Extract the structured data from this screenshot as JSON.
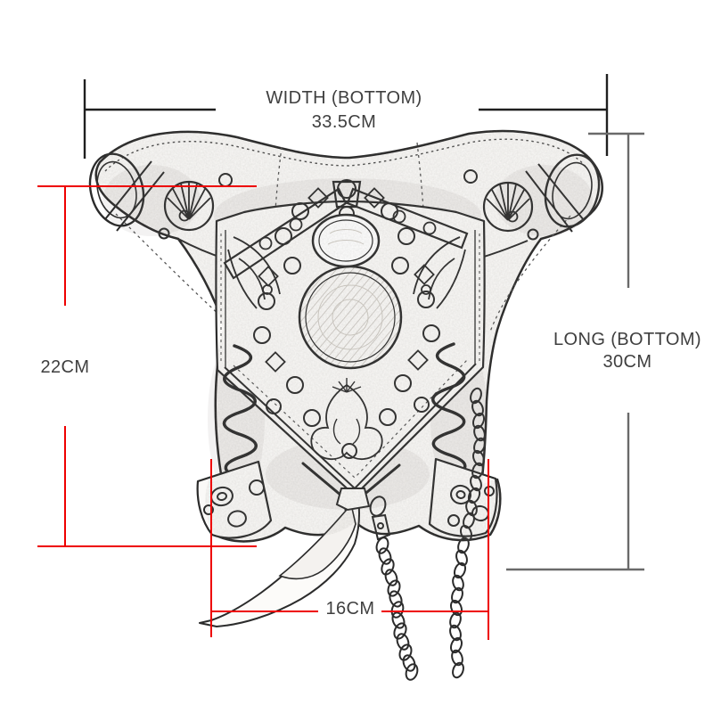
{
  "figure": {
    "name": "steampunk-holster-waist-bag-sketch"
  },
  "measurements": {
    "width_bottom": {
      "label": "WIDTH (BOTTOM)",
      "value": "33.5CM"
    },
    "long_bottom": {
      "label": "LONG (BOTTOM)",
      "value": "30CM"
    },
    "side_height": {
      "value": "22CM"
    },
    "bottom_width": {
      "value": "16CM"
    }
  },
  "colors": {
    "measure_red": "#ee0000",
    "measure_black": "#1f1f1f",
    "measure_gray": "#6a6a6a",
    "label_text": "#3f3f3f",
    "background": "#ffffff"
  }
}
